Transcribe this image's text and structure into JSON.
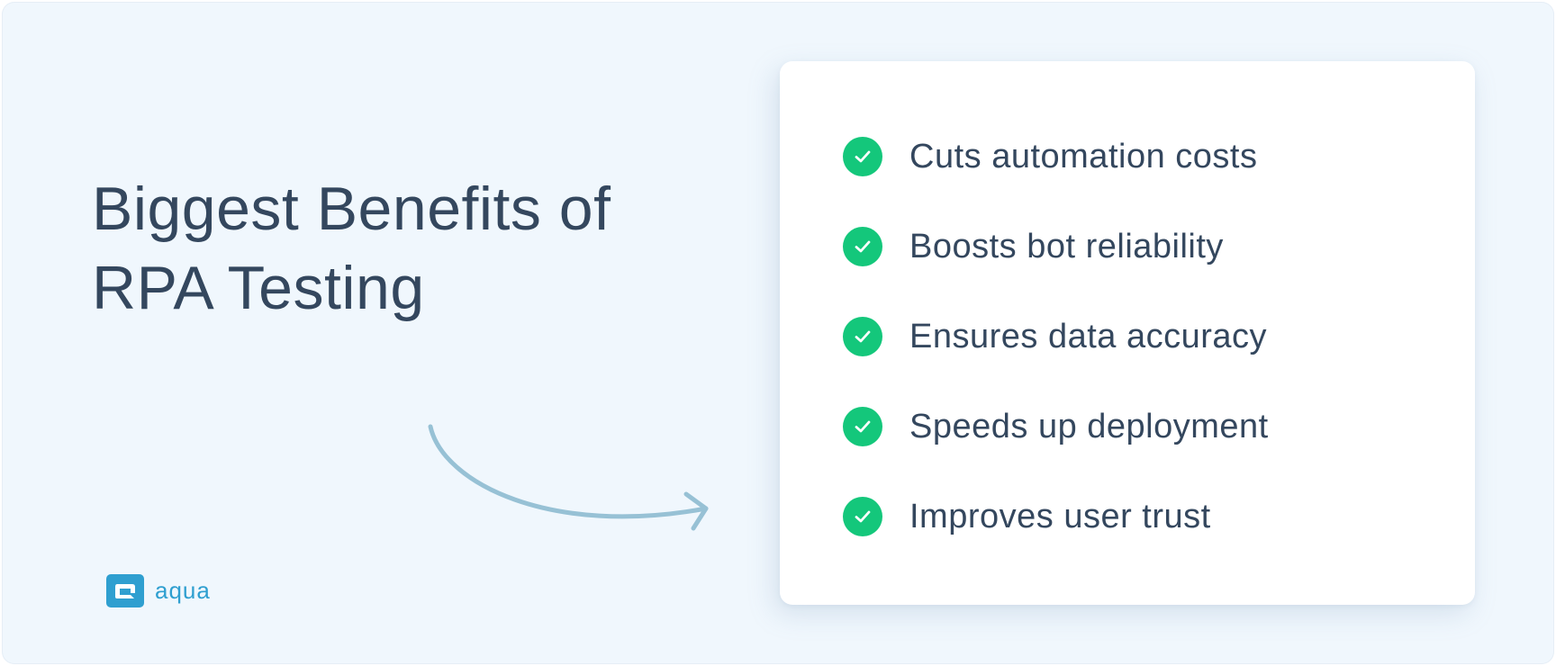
{
  "heading": {
    "line1": "Biggest Benefits of",
    "line2": "RPA Testing"
  },
  "benefits": {
    "items": [
      {
        "label": "Cuts automation costs",
        "icon": "check-circle-icon"
      },
      {
        "label": "Boosts bot reliability",
        "icon": "check-circle-icon"
      },
      {
        "label": "Ensures data accuracy",
        "icon": "check-circle-icon"
      },
      {
        "label": "Speeds up deployment",
        "icon": "check-circle-icon"
      },
      {
        "label": "Improves user trust",
        "icon": "check-circle-icon"
      }
    ]
  },
  "decoration": {
    "arrow": "curved-arrow-right-icon"
  },
  "brand": {
    "name": "aqua",
    "icon": "aqua-logo-icon"
  },
  "colors": {
    "background": "#f0f7fd",
    "text": "#34475e",
    "check": "#14c77b",
    "arrow": "#97c1d5",
    "brand": "#2f9fd0"
  }
}
